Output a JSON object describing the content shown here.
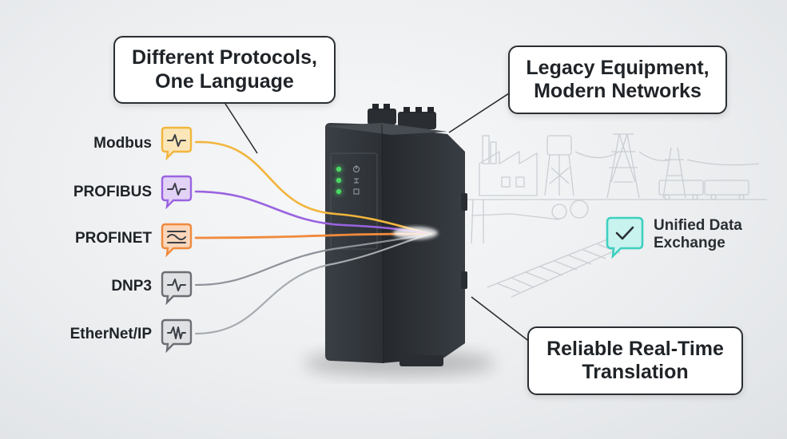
{
  "callouts": {
    "top_left": {
      "line1": "Different Protocols,",
      "line2": "One Language"
    },
    "top_right": {
      "line1": "Legacy Equipment,",
      "line2": "Modern Networks"
    },
    "bottom_right": {
      "line1": "Reliable Real-Time",
      "line2": "Translation"
    }
  },
  "protocols": [
    {
      "label": "Modbus",
      "color": "#f2b53d",
      "icon": "pulse-chat-icon"
    },
    {
      "label": "PROFIBUS",
      "color": "#9a63e0",
      "icon": "pulse-chat-icon"
    },
    {
      "label": "PROFINET",
      "color": "#f08a3c",
      "icon": "wave-chat-icon"
    },
    {
      "label": "DNP3",
      "color": "#6b6f74",
      "icon": "pulse-chat-icon"
    },
    {
      "label": "EtherNet/IP",
      "color": "#6b6f74",
      "icon": "pulse-chat-icon"
    }
  ],
  "output": {
    "line1": "Unified Data",
    "line2": "Exchange",
    "color": "#3fd0c0",
    "icon": "checkmark-chat-icon"
  },
  "colors": {
    "device_body": "#2f3439",
    "status_led": "#4cd964"
  }
}
